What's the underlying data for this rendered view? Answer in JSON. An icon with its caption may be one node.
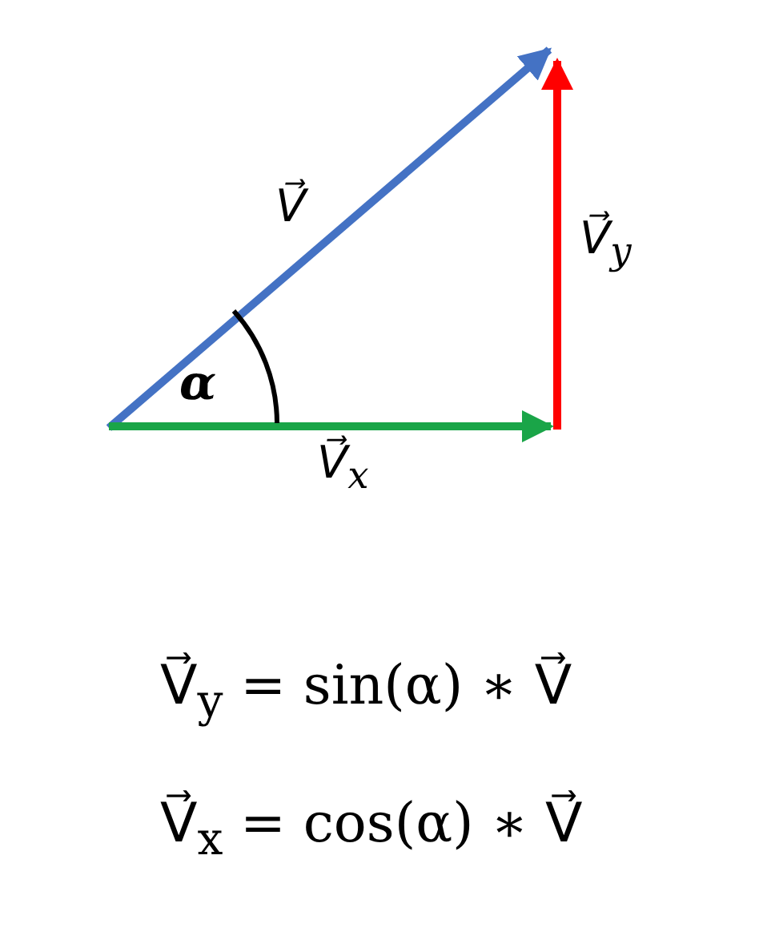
{
  "diagram": {
    "labels": [
      "V⃗",
      "V⃗$_{y}$",
      "α",
      "V⃗$_{x}$",
      "V⃗$_{y}$ = sin(α) ∗ V⃗",
      "V⃗$_{x}$ = cos(α) ∗ V⃗"
    ]
  }
}
